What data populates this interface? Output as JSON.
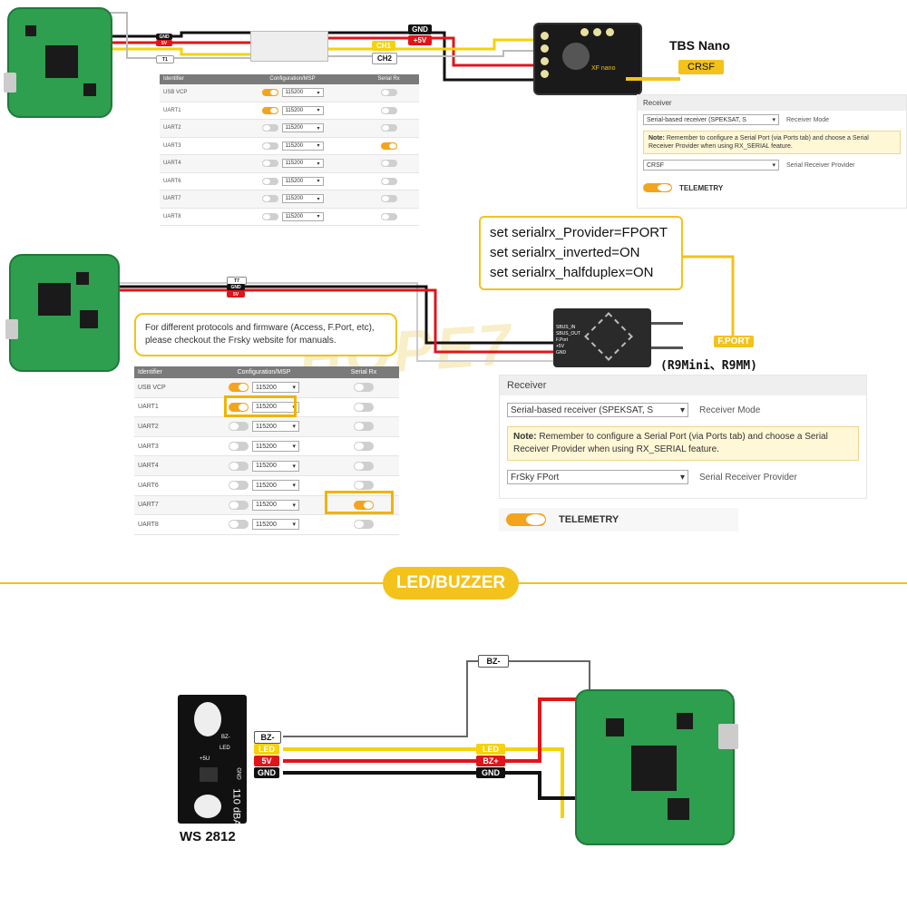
{
  "top": {
    "wire_labels_fc": [
      "GND",
      "5V",
      "T1"
    ],
    "wire_labels_rx": [
      "GND",
      "+5V",
      "CH1",
      "CH2"
    ],
    "rx_name": "TBS Nano",
    "rx_protocol": "CRSF",
    "rx_board_text": "XF nano",
    "table": {
      "headers": [
        "Identifier",
        "Configuration/MSP",
        "Serial Rx"
      ],
      "rows": [
        {
          "id": "USB VCP",
          "msp": true,
          "baud": "115200",
          "rx": false
        },
        {
          "id": "UART1",
          "msp": true,
          "baud": "115200",
          "rx": false
        },
        {
          "id": "UART2",
          "msp": false,
          "baud": "115200",
          "rx": false
        },
        {
          "id": "UART3",
          "msp": false,
          "baud": "115200",
          "rx": true
        },
        {
          "id": "UART4",
          "msp": false,
          "baud": "115200",
          "rx": false
        },
        {
          "id": "UART6",
          "msp": false,
          "baud": "115200",
          "rx": false
        },
        {
          "id": "UART7",
          "msp": false,
          "baud": "115200",
          "rx": false
        },
        {
          "id": "UART8",
          "msp": false,
          "baud": "115200",
          "rx": false
        }
      ]
    },
    "receiver_panel": {
      "title": "Receiver",
      "mode_value": "Serial-based receiver (SPEKSAT, S",
      "mode_label": "Receiver Mode",
      "note_bold": "Note:",
      "note_text": "Remember to configure a Serial Port (via Ports tab) and choose a Serial Receiver Provider when using RX_SERIAL feature.",
      "provider_value": "CRSF",
      "provider_label": "Serial Receiver Provider",
      "telemetry": "TELEMETRY"
    }
  },
  "middle": {
    "wire_labels": [
      "T7",
      "GND",
      "5V"
    ],
    "cli_lines": [
      "set serialrx_Provider=FPORT",
      "set serialrx_inverted=ON",
      "set serialrx_halfduplex=ON"
    ],
    "note": "For different protocols and firmware (Access, F.Port, etc), please checkout the Frsky website for manuals.",
    "rx_pins": [
      "SBUS_IN",
      "SBUS_OUT",
      "F.Port",
      "+5V",
      "GND"
    ],
    "rx_protocol": "F.PORT",
    "rx_name": "(R9Mini、R9MM)",
    "table": {
      "headers": [
        "Identifier",
        "Configuration/MSP",
        "Serial Rx"
      ],
      "rows": [
        {
          "id": "USB VCP",
          "msp": true,
          "baud": "115200",
          "rx": false
        },
        {
          "id": "UART1",
          "msp": true,
          "baud": "115200",
          "rx": false
        },
        {
          "id": "UART2",
          "msp": false,
          "baud": "115200",
          "rx": false
        },
        {
          "id": "UART3",
          "msp": false,
          "baud": "115200",
          "rx": false
        },
        {
          "id": "UART4",
          "msp": false,
          "baud": "115200",
          "rx": false
        },
        {
          "id": "UART6",
          "msp": false,
          "baud": "115200",
          "rx": false
        },
        {
          "id": "UART7",
          "msp": false,
          "baud": "115200",
          "rx": true
        },
        {
          "id": "UART8",
          "msp": false,
          "baud": "115200",
          "rx": false
        }
      ]
    },
    "receiver_panel": {
      "title": "Receiver",
      "mode_value": "Serial-based receiver (SPEKSAT, S",
      "mode_label": "Receiver Mode",
      "note_bold": "Note:",
      "note_text": "Remember to configure a Serial Port (via Ports tab) and choose a Serial Receiver Provider when using RX_SERIAL feature.",
      "provider_value": "FrSky FPort",
      "provider_label": "Serial Receiver Provider",
      "telemetry": "TELEMETRY"
    }
  },
  "section_title": "LED/BUZZER",
  "bottom": {
    "module_name": "WS 2812",
    "module_pads": [
      "BZ-",
      "LED",
      "+5U",
      "GND"
    ],
    "module_side_text": "110 dBA",
    "module_labels": [
      "BZ-",
      "LED",
      "5V",
      "GND"
    ],
    "fc_labels": [
      "BZ-",
      "LED",
      "BZ+",
      "GND"
    ]
  },
  "watermark": "HOPE7",
  "colors": {
    "accent": "#f3c21b",
    "highlight_box": "#f0b400",
    "wire_red": "#e0141b",
    "wire_yellow": "#f5d20a",
    "wire_black": "#111111",
    "wire_white": "#ffffff",
    "board_green": "#2e9e4f"
  }
}
